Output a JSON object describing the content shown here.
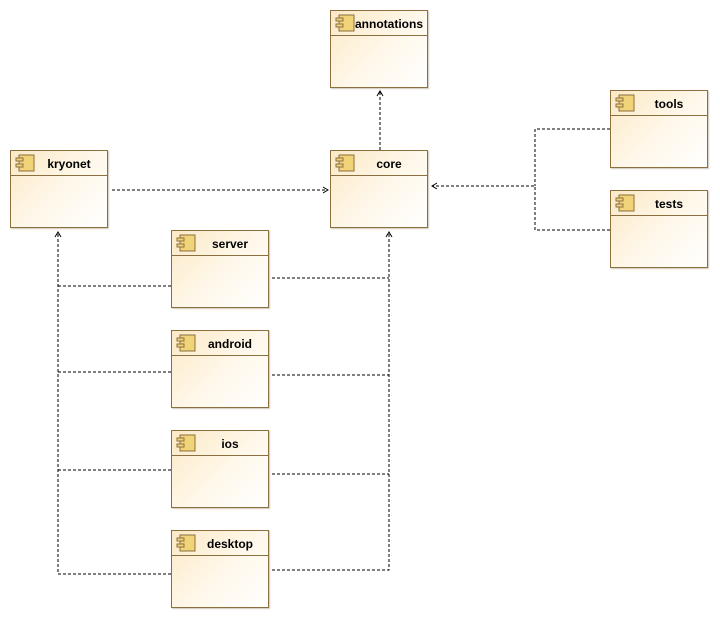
{
  "components": [
    {
      "id": "annotations",
      "label": "annotations"
    },
    {
      "id": "kryonet",
      "label": "kryonet"
    },
    {
      "id": "core",
      "label": "core"
    },
    {
      "id": "tools",
      "label": "tools"
    },
    {
      "id": "tests",
      "label": "tests"
    },
    {
      "id": "server",
      "label": "server"
    },
    {
      "id": "android",
      "label": "android"
    },
    {
      "id": "ios",
      "label": "ios"
    },
    {
      "id": "desktop",
      "label": "desktop"
    }
  ],
  "colors": {
    "component_fill": "#fbe9c6",
    "component_border": "#8b6f3f",
    "icon_fill": "#f1d37a",
    "connector": "#000000"
  },
  "dependencies": [
    {
      "from": "core",
      "to": "annotations"
    },
    {
      "from": "kryonet",
      "to": "core"
    },
    {
      "from": "tools",
      "to": "core"
    },
    {
      "from": "tests",
      "to": "core"
    },
    {
      "from": "server",
      "to": "kryonet"
    },
    {
      "from": "server",
      "to": "core"
    },
    {
      "from": "android",
      "to": "kryonet"
    },
    {
      "from": "android",
      "to": "core"
    },
    {
      "from": "ios",
      "to": "kryonet"
    },
    {
      "from": "ios",
      "to": "core"
    },
    {
      "from": "desktop",
      "to": "kryonet"
    },
    {
      "from": "desktop",
      "to": "core"
    }
  ]
}
